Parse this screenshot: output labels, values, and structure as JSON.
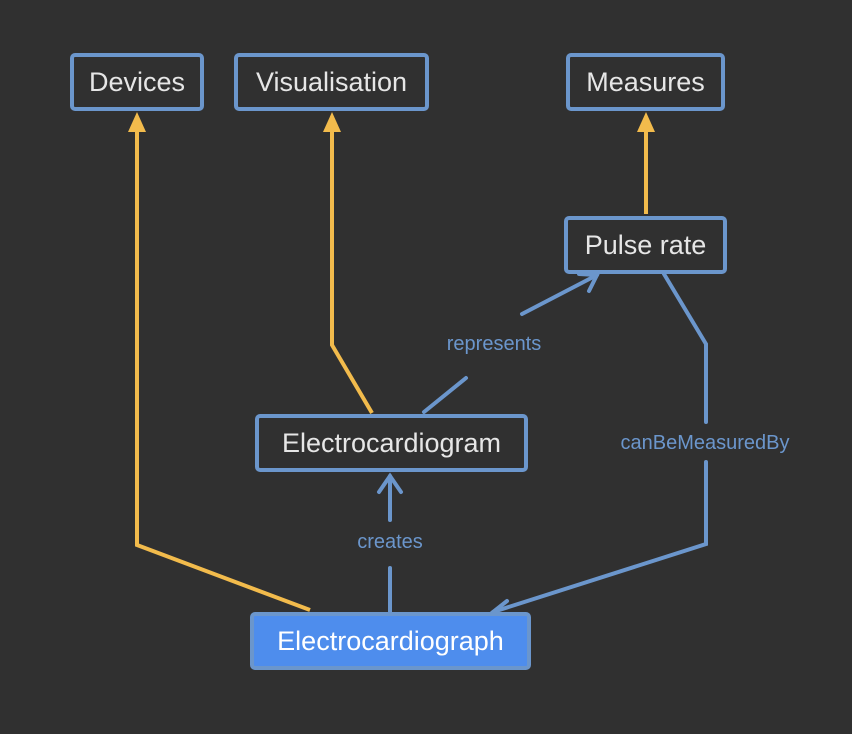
{
  "colors": {
    "background": "#303030",
    "node_border": "#6b96cc",
    "node_text": "#e6e6e6",
    "selected_fill": "#4e8ded",
    "hierarchy_edge": "#f2bb4c",
    "relation_edge": "#6b96cc"
  },
  "nodes": {
    "devices": "Devices",
    "visualisation": "Visualisation",
    "measures": "Measures",
    "pulse_rate": "Pulse rate",
    "electrocardiogram": "Electrocardiogram",
    "electrocardiograph": "Electrocardiograph"
  },
  "edges": {
    "represents": "represents",
    "creates": "creates",
    "can_be_measured_by": "canBeMeasuredBy"
  }
}
